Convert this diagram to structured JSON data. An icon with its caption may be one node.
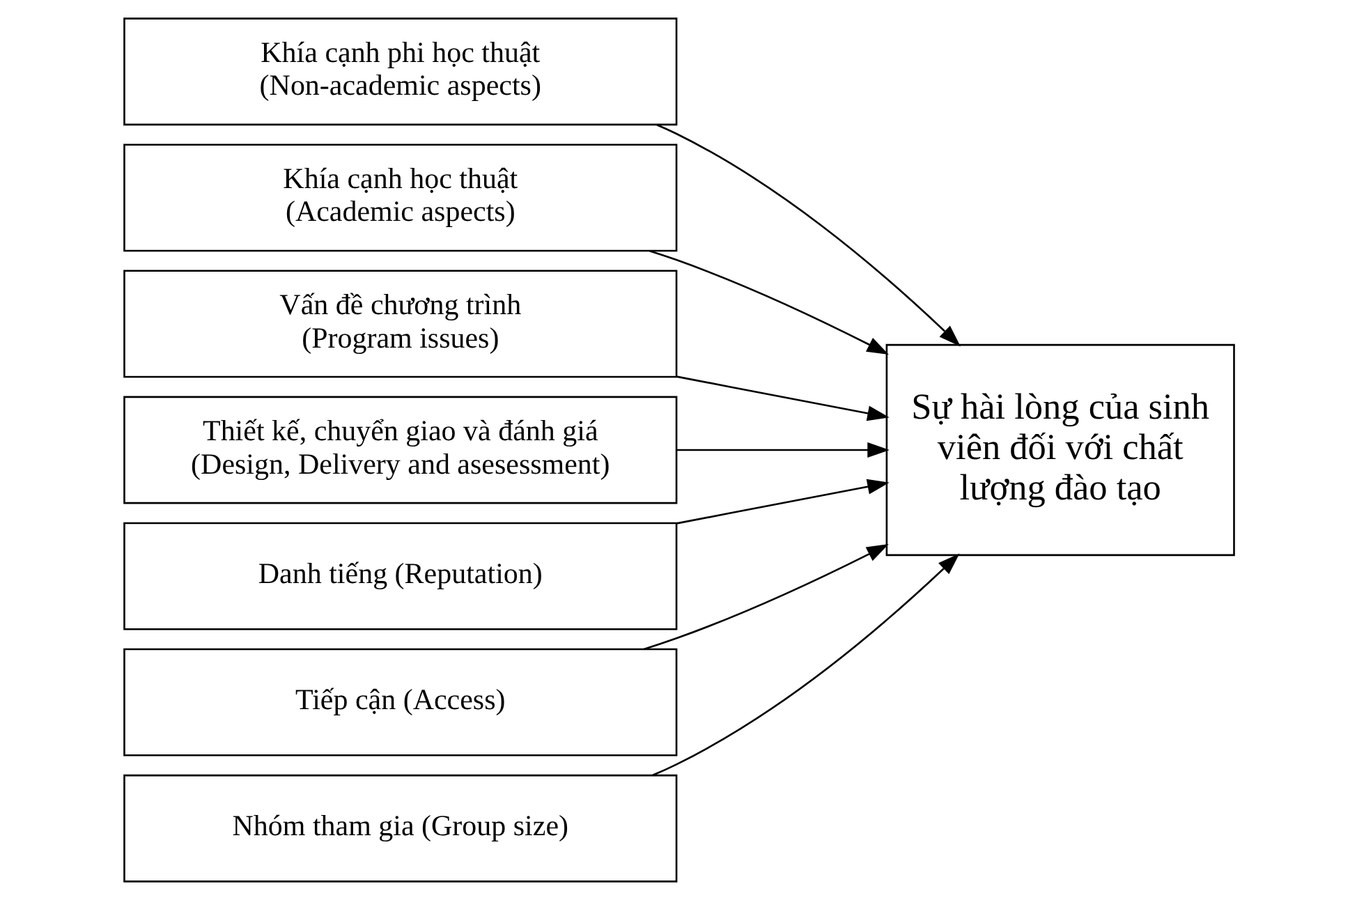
{
  "diagram": {
    "nodes": [
      {
        "text": [
          "Khía cạnh phi học thuật",
          "(Non-academic aspects)"
        ]
      },
      {
        "text": [
          "Khía cạnh học thuật",
          "(Academic aspects)"
        ]
      },
      {
        "text": [
          "Vấn đề chương trình",
          "(Program issues)"
        ]
      },
      {
        "text": [
          "Thiết kế, chuyển giao và đánh giá",
          "(Design, Delivery and asesessment)"
        ]
      },
      {
        "text": [
          "Danh tiếng (Reputation)"
        ]
      },
      {
        "text": [
          "Tiếp cận (Access)"
        ]
      },
      {
        "text": [
          "Nhóm tham gia (Group size)"
        ]
      },
      {
        "text": [
          "Sự hài lòng của sinh viên đối với chất lượng đào tạo"
        ]
      }
    ],
    "edges": [
      {
        "from": 0,
        "to": 7,
        "arrow": "to"
      },
      {
        "from": 1,
        "to": 7,
        "arrow": "to"
      },
      {
        "from": 2,
        "to": 7,
        "arrow": "to"
      },
      {
        "from": 3,
        "to": 7,
        "arrow": "to"
      },
      {
        "from": 4,
        "to": 7,
        "arrow": "to"
      },
      {
        "from": 5,
        "to": 7,
        "arrow": "to"
      },
      {
        "from": 6,
        "to": 7,
        "arrow": "to"
      }
    ]
  }
}
